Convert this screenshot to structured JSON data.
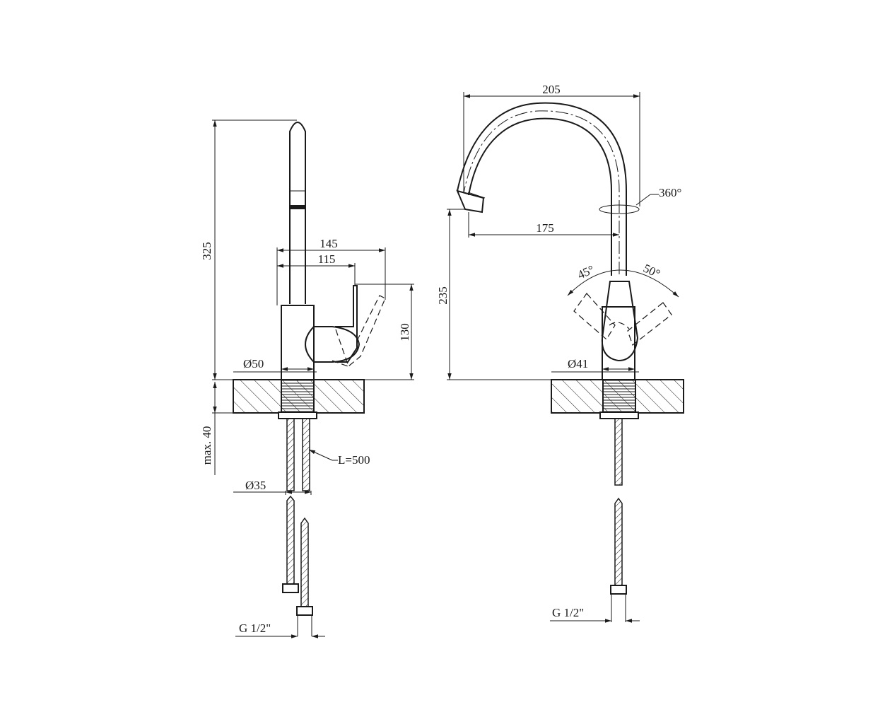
{
  "dimensions": {
    "height_total": "325",
    "reach_handle_max": "145",
    "reach_handle": "115",
    "handle_height": "130",
    "base_diameter": "Ø50",
    "max_counter": "max. 40",
    "hose_length": "L=500",
    "hole_diameter": "Ø35",
    "thread_left": "G 1/2\"",
    "spout_width": "205",
    "rotation": "360°",
    "spout_reach": "175",
    "spout_height": "235",
    "angle_left": "45°",
    "angle_right": "50°",
    "base_diameter_right": "Ø41",
    "thread_right": "G 1/2\""
  }
}
